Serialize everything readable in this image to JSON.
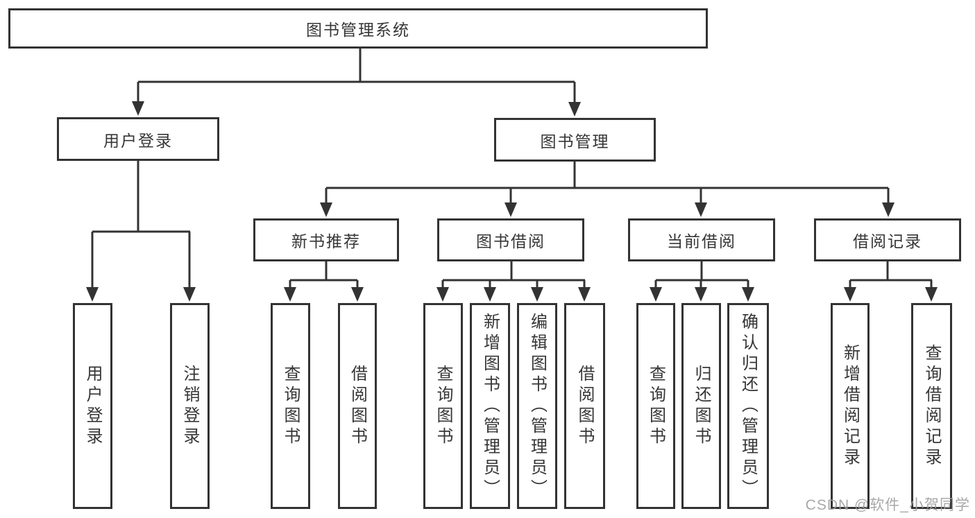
{
  "diagram_title": "图书管理系统",
  "tree": {
    "root": {
      "label": "图书管理系统"
    },
    "children": [
      {
        "label": "用户登录",
        "children": [
          {
            "label": "用户登录"
          },
          {
            "label": "注销登录"
          }
        ]
      },
      {
        "label": "图书管理",
        "children": [
          {
            "label": "新书推荐",
            "children": [
              {
                "label": "查询图书"
              },
              {
                "label": "借阅图书"
              }
            ]
          },
          {
            "label": "图书借阅",
            "children": [
              {
                "label": "查询图书"
              },
              {
                "label": "新增图书（管理员）"
              },
              {
                "label": "编辑图书（管理员）"
              },
              {
                "label": "借阅图书"
              }
            ]
          },
          {
            "label": "当前借阅",
            "children": [
              {
                "label": "查询图书"
              },
              {
                "label": "归还图书"
              },
              {
                "label": "确认归还（管理员）"
              }
            ]
          },
          {
            "label": "借阅记录",
            "children": [
              {
                "label": "新增借阅记录"
              },
              {
                "label": "查询借阅记录"
              }
            ]
          }
        ]
      }
    ]
  },
  "watermark": "CSDN @软件_小贺同学",
  "colors": {
    "line": "#333333",
    "box_border": "#333333",
    "text": "#363636",
    "box_background": "#ffffff",
    "page_background": "#ffffff",
    "watermark": "#9e9e9e"
  }
}
